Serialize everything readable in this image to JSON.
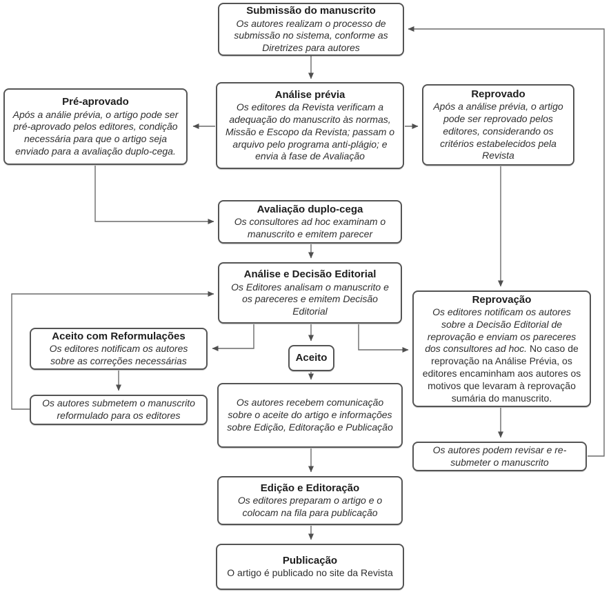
{
  "diagram": {
    "colors": {
      "box_border": "#545454",
      "connector": "#6a6a6a",
      "arrowhead": "#4f4f4f",
      "text": "#2e2e2e",
      "background": "#ffffff"
    },
    "nodes": {
      "submissao": {
        "title": "Submissão do manuscrito",
        "body": "Os autores realizam o processo de submissão no sistema, conforme as Diretrizes para autores"
      },
      "analise_previa": {
        "title": "Análise prévia",
        "body": "Os editores da Revista verificam a adequação do manuscrito às normas, Missão e Escopo da Revista; passam o arquivo pelo programa anti-plágio; e envia à fase de Avaliação"
      },
      "pre_aprovado": {
        "title": "Pré-aprovado",
        "body": "Após a análie prévia, o artigo pode ser pré-aprovado pelos editores, condição necessária para que o artigo seja enviado para a avaliação duplo-cega."
      },
      "reprovado": {
        "title": "Reprovado",
        "body": "Após a análise prévia, o artigo pode ser reprovado pelos editores, considerando os critérios estabelecidos pela Revista"
      },
      "avaliacao_duplo_cega": {
        "title": "Avaliação duplo-cega",
        "body": "Os consultores ad hoc examinam o manuscrito e emitem parecer"
      },
      "analise_decisao": {
        "title": "Análise e Decisão Editorial",
        "body": "Os Editores analisam o manuscrito e os pareceres e emitem Decisão Editorial"
      },
      "aceito_reformulacoes": {
        "title": "Aceito com Reformulações",
        "body": "Os editores notificam os autores sobre as correções necessárias"
      },
      "submetem_reformulado": {
        "body": "Os autores submetem o manuscrito reformulado para os editores"
      },
      "aceito": {
        "title": "Aceito"
      },
      "recebem_comunicacao": {
        "body": "Os autores recebem comunicação sobre o aceite do artigo e informações sobre Edição, Editoração e Publicação"
      },
      "reprovacao": {
        "title": "Reprovação",
        "body_italic": "Os editores notificam os autores sobre a Decisão Editorial de reprovação e enviam os pareceres dos consultores ad hoc.",
        "body_regular": " No caso de reprovação na Análise Prévia, os editores encaminham aos autores os motivos que levaram à reprovação sumária do manuscrito."
      },
      "revisar_resubmeter": {
        "body": "Os autores podem revisar e re-submeter o manuscrito"
      },
      "edicao_editoracao": {
        "title": "Edição e Editoração",
        "body": "Os editores preparam o artigo e o colocam na fila para publicação"
      },
      "publicacao": {
        "title": "Publicação",
        "body": "O artigo é publicado no site da Revista"
      }
    },
    "edges": [
      {
        "from": "submissao",
        "to": "analise_previa"
      },
      {
        "from": "analise_previa",
        "to": "pre_aprovado"
      },
      {
        "from": "analise_previa",
        "to": "reprovado"
      },
      {
        "from": "pre_aprovado",
        "to": "avaliacao_duplo_cega"
      },
      {
        "from": "avaliacao_duplo_cega",
        "to": "analise_decisao"
      },
      {
        "from": "analise_decisao",
        "to": "aceito_reformulacoes"
      },
      {
        "from": "analise_decisao",
        "to": "aceito"
      },
      {
        "from": "analise_decisao",
        "to": "reprovacao"
      },
      {
        "from": "aceito_reformulacoes",
        "to": "submetem_reformulado"
      },
      {
        "from": "submetem_reformulado",
        "to": "analise_decisao"
      },
      {
        "from": "aceito",
        "to": "recebem_comunicacao"
      },
      {
        "from": "recebem_comunicacao",
        "to": "edicao_editoracao"
      },
      {
        "from": "edicao_editoracao",
        "to": "publicacao"
      },
      {
        "from": "reprovado",
        "to": "reprovacao"
      },
      {
        "from": "reprovacao",
        "to": "revisar_resubmeter"
      },
      {
        "from": "revisar_resubmeter",
        "to": "submissao"
      }
    ]
  }
}
